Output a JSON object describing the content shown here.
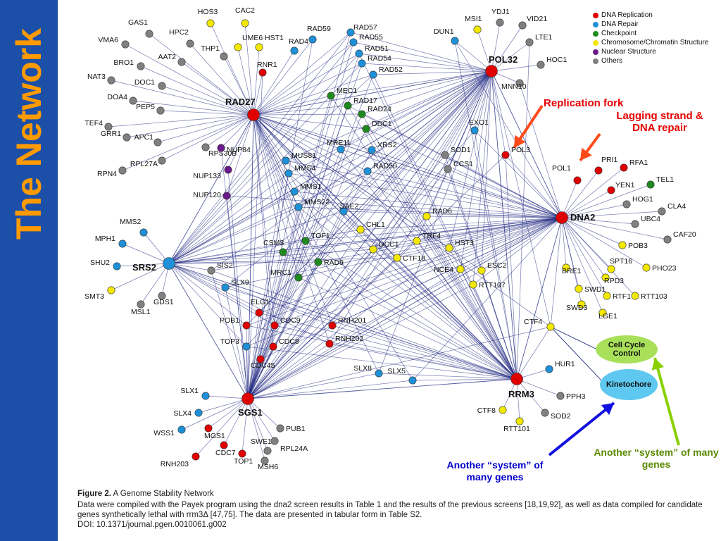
{
  "slide_title": "The Network",
  "legend": [
    {
      "label": "DNA Replication",
      "color": "#e00000"
    },
    {
      "label": "DNA Repair",
      "color": "#1e90d8"
    },
    {
      "label": "Checkpoint",
      "color": "#1e8a1e"
    },
    {
      "label": "Chromosome/Chromatin Structure",
      "color": "#f2e800"
    },
    {
      "label": "Nuclear Structure",
      "color": "#6a1a8a"
    },
    {
      "label": "Others",
      "color": "#808080"
    }
  ],
  "hubs": [
    {
      "id": "RAD27",
      "label": "RAD27",
      "category": 0
    },
    {
      "id": "POL32",
      "label": "POL32",
      "category": 0
    },
    {
      "id": "DNA2",
      "label": "DNA2",
      "category": 0
    },
    {
      "id": "SRS2",
      "label": "SRS2",
      "category": 1
    },
    {
      "id": "SGS1",
      "label": "SGS1",
      "category": 0
    },
    {
      "id": "RRM3",
      "label": "RRM3",
      "category": 0
    }
  ],
  "genes": [
    {
      "label": "GAS1",
      "category": 5
    },
    {
      "label": "HPC2",
      "category": 5
    },
    {
      "label": "HOS3",
      "category": 3
    },
    {
      "label": "CAC2",
      "category": 3
    },
    {
      "label": "VMA6",
      "category": 5
    },
    {
      "label": "AAT2",
      "category": 5
    },
    {
      "label": "THP1",
      "category": 5
    },
    {
      "label": "UME6",
      "category": 3
    },
    {
      "label": "HST1",
      "category": 3
    },
    {
      "label": "RAD4",
      "category": 1
    },
    {
      "label": "RAD59",
      "category": 1
    },
    {
      "label": "RAD57",
      "category": 1
    },
    {
      "label": "RAD55",
      "category": 1
    },
    {
      "label": "RAD51",
      "category": 1
    },
    {
      "label": "RAD54",
      "category": 1
    },
    {
      "label": "RAD52",
      "category": 1
    },
    {
      "label": "BRO1",
      "category": 5
    },
    {
      "label": "RNR1",
      "category": 0
    },
    {
      "label": "NAT3",
      "category": 5
    },
    {
      "label": "DOC1",
      "category": 5
    },
    {
      "label": "DOA4",
      "category": 5
    },
    {
      "label": "PEP5",
      "category": 5
    },
    {
      "label": "TEF4",
      "category": 5
    },
    {
      "label": "GRR1",
      "category": 5
    },
    {
      "label": "APC1",
      "category": 5
    },
    {
      "label": "RPN4",
      "category": 5
    },
    {
      "label": "RPL27A",
      "category": 5
    },
    {
      "label": "RPS30B",
      "category": 5
    },
    {
      "label": "MEC1",
      "category": 2
    },
    {
      "label": "RAD17",
      "category": 2
    },
    {
      "label": "RAD24",
      "category": 2
    },
    {
      "label": "DDC1",
      "category": 2
    },
    {
      "label": "NUP84",
      "category": 4
    },
    {
      "label": "NUP133",
      "category": 4
    },
    {
      "label": "NUP120",
      "category": 4
    },
    {
      "label": "MUS81",
      "category": 1
    },
    {
      "label": "MMS4",
      "category": 1
    },
    {
      "label": "MRE11",
      "category": 1
    },
    {
      "label": "XRS2",
      "category": 1
    },
    {
      "label": "RAD50",
      "category": 1
    },
    {
      "label": "MMS1",
      "category": 1
    },
    {
      "label": "MMS22",
      "category": 1
    },
    {
      "label": "SAE2",
      "category": 1
    },
    {
      "label": "EXO1",
      "category": 1
    },
    {
      "label": "SOD1",
      "category": 5
    },
    {
      "label": "CCS1",
      "category": 5
    },
    {
      "label": "POL3",
      "category": 0
    },
    {
      "label": "DUN1",
      "category": 1
    },
    {
      "label": "MSI1",
      "category": 3
    },
    {
      "label": "YDJ1",
      "category": 5
    },
    {
      "label": "VID21",
      "category": 5
    },
    {
      "label": "LTE1",
      "category": 5
    },
    {
      "label": "HOC1",
      "category": 5
    },
    {
      "label": "MNN10",
      "category": 5
    },
    {
      "label": "POL1",
      "category": 0
    },
    {
      "label": "PRI1",
      "category": 0
    },
    {
      "label": "RFA1",
      "category": 0
    },
    {
      "label": "YEN1",
      "category": 0
    },
    {
      "label": "TEL1",
      "category": 2
    },
    {
      "label": "HOG1",
      "category": 5
    },
    {
      "label": "CLA4",
      "category": 5
    },
    {
      "label": "UBC4",
      "category": 5
    },
    {
      "label": "CAF20",
      "category": 5
    },
    {
      "label": "POB3",
      "category": 3
    },
    {
      "label": "SPT16",
      "category": 3
    },
    {
      "label": "PHO23",
      "category": 3
    },
    {
      "label": "RPD3",
      "category": 3
    },
    {
      "label": "RTF1",
      "category": 3
    },
    {
      "label": "RTT103",
      "category": 3
    },
    {
      "label": "BRE1",
      "category": 3
    },
    {
      "label": "SWD1",
      "category": 3
    },
    {
      "label": "SWD3",
      "category": 3
    },
    {
      "label": "LGE1",
      "category": 3
    },
    {
      "label": "MMS2",
      "category": 1
    },
    {
      "label": "MPH1",
      "category": 1
    },
    {
      "label": "SHU2",
      "category": 1
    },
    {
      "label": "SMT3",
      "category": 3
    },
    {
      "label": "MSL1",
      "category": 5
    },
    {
      "label": "GDS1",
      "category": 5
    },
    {
      "label": "SIS2",
      "category": 5
    },
    {
      "label": "SLX9",
      "category": 1
    },
    {
      "label": "ELG1",
      "category": 0
    },
    {
      "label": "POB1",
      "category": 0
    },
    {
      "label": "CDC9",
      "category": 0
    },
    {
      "label": "TOP3",
      "category": 1
    },
    {
      "label": "CDC8",
      "category": 0
    },
    {
      "label": "CDC45",
      "category": 0
    },
    {
      "label": "RNH201",
      "category": 0
    },
    {
      "label": "RNH202",
      "category": 0
    },
    {
      "label": "CSM3",
      "category": 2
    },
    {
      "label": "TOF1",
      "category": 2
    },
    {
      "label": "RAD9",
      "category": 2
    },
    {
      "label": "MRC1",
      "category": 2
    },
    {
      "label": "CHL1",
      "category": 3
    },
    {
      "label": "DCC1",
      "category": 3
    },
    {
      "label": "CTF18",
      "category": 3
    },
    {
      "label": "RAD6",
      "category": 3
    },
    {
      "label": "TRF4",
      "category": 3
    },
    {
      "label": "HST3",
      "category": 3
    },
    {
      "label": "NCE4",
      "category": 3
    },
    {
      "label": "ESC2",
      "category": 3
    },
    {
      "label": "RTT107",
      "category": 3
    },
    {
      "label": "CTF4",
      "category": 3
    },
    {
      "label": "SLX8",
      "category": 1
    },
    {
      "label": "SLX5",
      "category": 1
    },
    {
      "label": "HUR1",
      "category": 1
    },
    {
      "label": "PPH3",
      "category": 5
    },
    {
      "label": "SOD2",
      "category": 5
    },
    {
      "label": "CTF8",
      "category": 3
    },
    {
      "label": "RTT101",
      "category": 3
    },
    {
      "label": "SLX1",
      "category": 1
    },
    {
      "label": "SLX4",
      "category": 1
    },
    {
      "label": "WSS1",
      "category": 1
    },
    {
      "label": "MGS1",
      "category": 0
    },
    {
      "label": "CDC7",
      "category": 0
    },
    {
      "label": "RNH203",
      "category": 0
    },
    {
      "label": "TOP1",
      "category": 0
    },
    {
      "label": "SWE1",
      "category": 5
    },
    {
      "label": "MSH6",
      "category": 5
    },
    {
      "label": "RPL24A",
      "category": 5
    },
    {
      "label": "PUB1",
      "category": 5
    }
  ],
  "callouts": {
    "replication_fork": "Replication fork",
    "lagging_strand": "Lagging strand & DNA repair",
    "another_system_blue": "Another “system” of many genes",
    "another_system_green": "Another “system” of many genes"
  },
  "ellipses": {
    "cell_cycle": "Cell Cycle Control",
    "kinetochore": "Kinetochore"
  },
  "caption": {
    "figure_label": "Figure 2.",
    "figure_title": "A Genome Stability Network",
    "body": "Data were compiled with the Payek program using the dna2 screen results in Table 1 and the results of the previous screens [18,19,92], as well as data compiled for candidate genes synthetically lethal with rrm3Δ [47,75]. The data are presented in tabular form in Table S2.",
    "doi": "DOI: 10.1371/journal.pgen.0010061.g002"
  },
  "colors": {
    "slide_bg": "#1b4fa8",
    "title": "#ff9a00",
    "edge": "#1a237e"
  }
}
